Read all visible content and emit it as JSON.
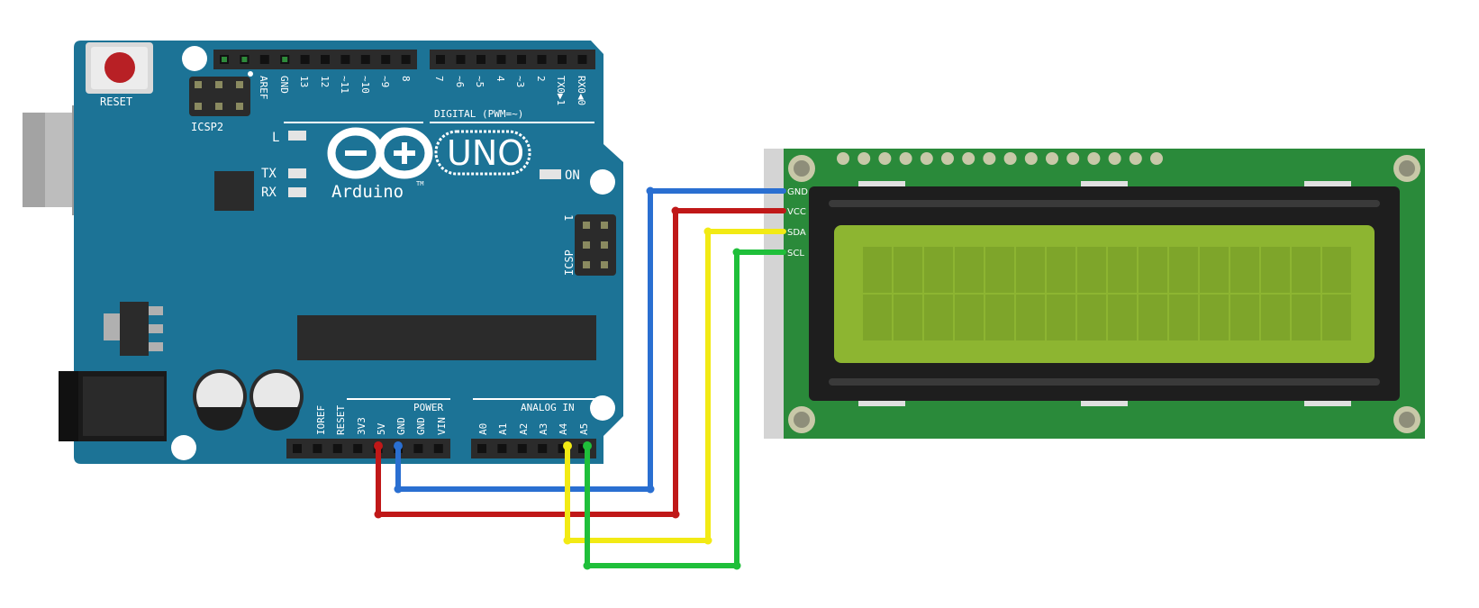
{
  "board": {
    "reset_label": "RESET",
    "icsp2_label": "ICSP2",
    "icsp_label": "ICSP",
    "icsp_pin1": "1",
    "led_l": "L",
    "led_tx": "TX",
    "led_rx": "RX",
    "led_on": "ON",
    "brand": "Arduino",
    "tm": "TM",
    "model": "UNO",
    "digital_label": "DIGITAL (PWM=~)",
    "power_label": "POWER",
    "analog_label": "ANALOG IN",
    "top_pins_left": [
      "AREF",
      "GND",
      "13",
      "12",
      "~11",
      "~10",
      "~9",
      "8"
    ],
    "top_pins_right": [
      "7",
      "~6",
      "~5",
      "4",
      "~3",
      "2",
      "TX0▶1",
      "RX0◀0"
    ],
    "power_pins": [
      "IOREF",
      "RESET",
      "3V3",
      "5V",
      "GND",
      "GND",
      "VIN"
    ],
    "analog_pins": [
      "A0",
      "A1",
      "A2",
      "A3",
      "A4",
      "A5"
    ]
  },
  "lcd": {
    "pins": [
      "GND",
      "VCC",
      "SDA",
      "SCL"
    ],
    "screen_color": "#8db531",
    "pcb_color": "#2a8a3a"
  },
  "wires": [
    {
      "name": "gnd-wire",
      "from": "GND",
      "to": "GND",
      "color": "#2a6fd1"
    },
    {
      "name": "vcc-wire",
      "from": "5V",
      "to": "VCC",
      "color": "#c01818"
    },
    {
      "name": "sda-wire",
      "from": "A4",
      "to": "SDA",
      "color": "#f2ea14"
    },
    {
      "name": "scl-wire",
      "from": "A5",
      "to": "SCL",
      "color": "#1fbf3a"
    }
  ],
  "colors": {
    "board": "#1c7396",
    "header": "#2b2b2b",
    "reset_button": "#b82025"
  }
}
